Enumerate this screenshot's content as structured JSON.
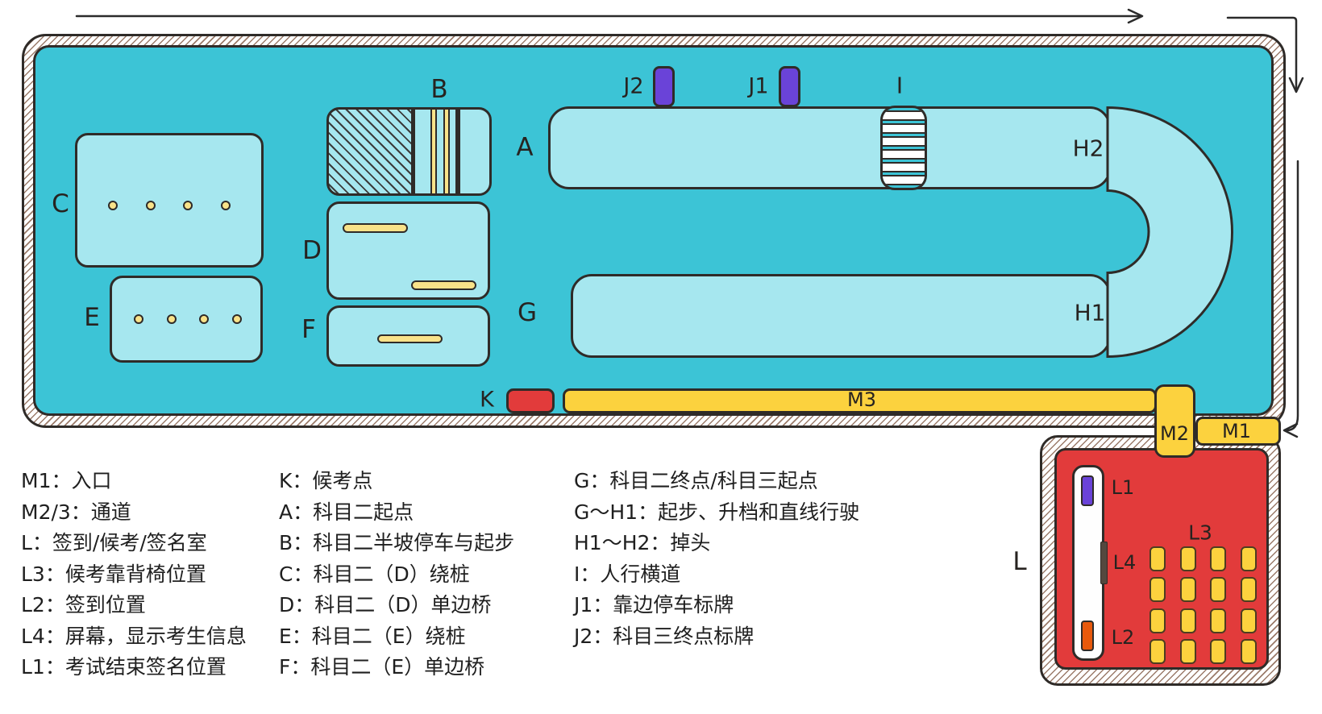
{
  "map": {
    "labels": {
      "a": "A",
      "b": "B",
      "c": "C",
      "d": "D",
      "e": "E",
      "f": "F",
      "g": "G",
      "h1": "H1",
      "h2": "H2",
      "i": "I",
      "j1": "J1",
      "j2": "J2",
      "k": "K",
      "l": "L",
      "l1": "L1",
      "l2": "L2",
      "l3": "L3",
      "l4": "L4",
      "m1": "M1",
      "m2": "M2",
      "m3": "M3"
    }
  },
  "legend": {
    "col1": [
      "M1：入口",
      "M2/3：通道",
      "L：签到/候考/签名室",
      "L3：候考靠背椅位置",
      "L2：签到位置",
      "L4：屏幕，显示考生信息",
      "L1：考试结束签名位置"
    ],
    "col2": [
      "K：候考点",
      "A：科目二起点",
      "B：科目二半坡停车与起步",
      "C：科目二（D）绕桩",
      "D：科目二（D）单边桥",
      "E：科目二（E）绕桩",
      "F：科目二（E）单边桥"
    ],
    "col3": [
      "G：科目二终点/科目三起点",
      "G～H1：起步、升档和直线行驶",
      "H1～H2：掉头",
      "I：人行横道",
      "J1：靠边停车标牌",
      "J2：科目三终点标牌"
    ]
  },
  "colors": {
    "ground_teal": "#3cc4d6",
    "lane_cyan": "#a6e7ef",
    "accent_yellow": "#fcd23e",
    "pale_yellow": "#f9e289",
    "room_red": "#e23b3b",
    "sign_purple": "#6a43d8",
    "signin_orange": "#e8590c",
    "screen_dark": "#54483f",
    "outline_dark": "#2f2b28",
    "hatch_brown": "#9b7b6a"
  }
}
